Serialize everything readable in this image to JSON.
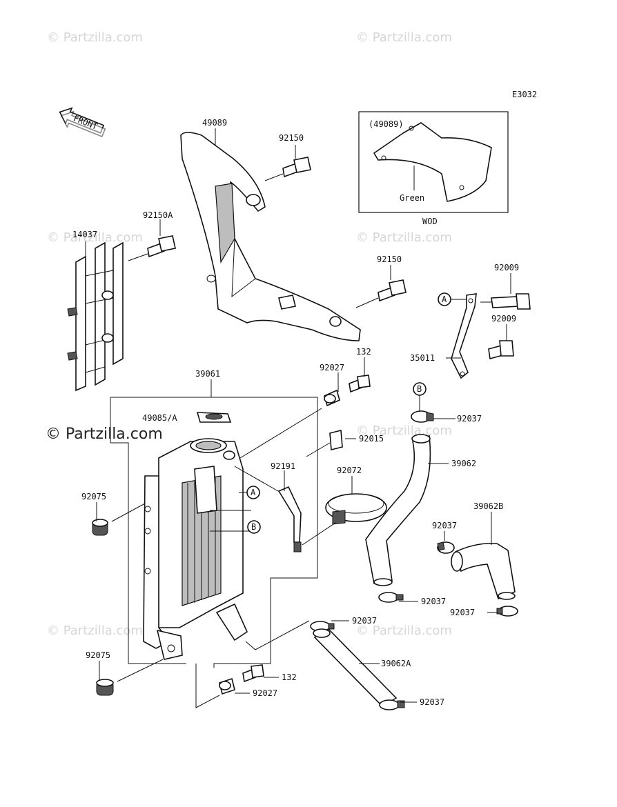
{
  "diagram_code": "E3032",
  "front_label": "FRONT",
  "inset": {
    "part_ref": "(49089)",
    "color_note": "Green",
    "caption": "WOD"
  },
  "watermark": "© Partzilla.com",
  "callouts": {
    "c49089": "49089",
    "c92150_top": "92150",
    "c92150a": "92150A",
    "c14037": "14037",
    "c92150_mid": "92150",
    "c92009_a": "92009",
    "c92009_b": "92009",
    "c35011": "35011",
    "c39061": "39061",
    "c92027_top": "92027",
    "c132_top": "132",
    "c49085a": "49085/A",
    "c92037_b": "92037",
    "c92015": "92015",
    "c39062": "39062",
    "c92191": "92191",
    "c92072": "92072",
    "c92075_top": "92075",
    "c39062b": "39062B",
    "c92037_mid": "92037",
    "c92037_lower": "92037",
    "c92037_right": "92037",
    "c92037_hoseA": "92037",
    "c39062a": "39062A",
    "c92075_bottom": "92075",
    "c132_bottom": "132",
    "c92027_bottom": "92027",
    "c92037_bottom": "92037"
  },
  "markers": {
    "a1": "A",
    "a2": "A",
    "b1": "B",
    "b2": "B"
  }
}
